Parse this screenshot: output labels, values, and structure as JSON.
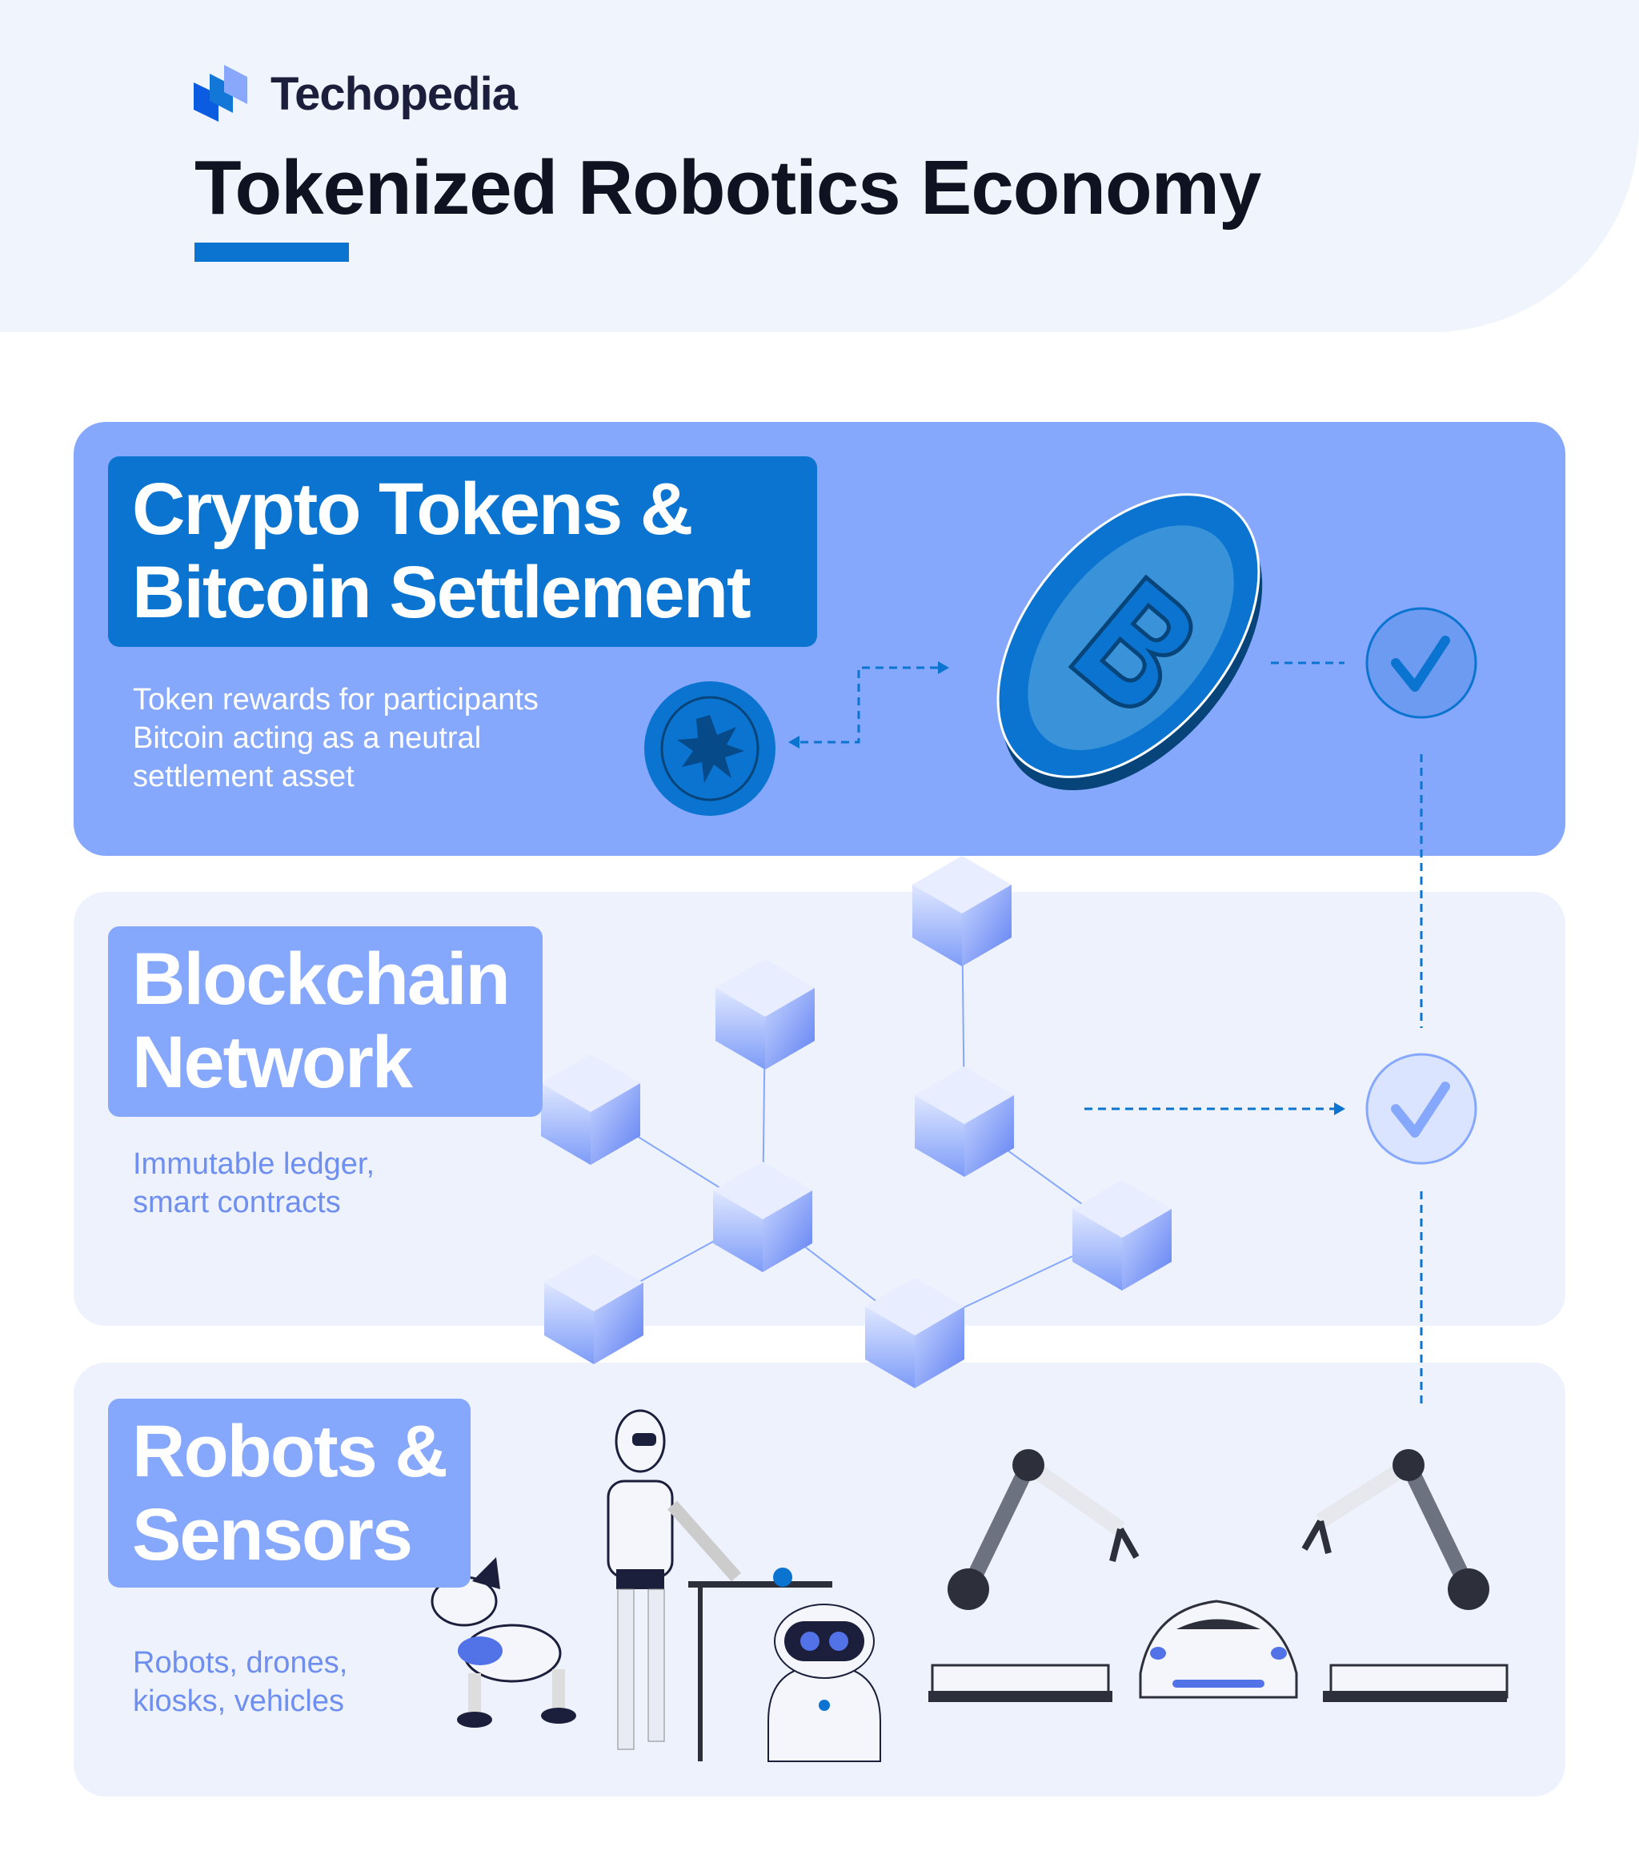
{
  "brand": {
    "name": "Techopedia"
  },
  "title": "Tokenized Robotics Economy",
  "colors": {
    "primary": "#0a74d0",
    "accent_light": "#86a8fc",
    "panel_bg": "#eef2fd",
    "header_bg": "#f0f4fd",
    "text_dark": "#0f1220"
  },
  "layers": [
    {
      "title_line1": "Crypto Tokens &",
      "title_line2": "Bitcoin Settlement",
      "desc": [
        "Token rewards for participants",
        "Bitcoin acting as a neutral",
        "settlement asset"
      ],
      "icons": [
        "token-coin-icon",
        "bitcoin-coin-icon",
        "check-circle-icon"
      ]
    },
    {
      "title_line1": "Blockchain",
      "title_line2": "Network",
      "desc": [
        "Immutable ledger,",
        "smart contracts"
      ],
      "icons": [
        "blockchain-cubes-icon",
        "check-circle-icon"
      ]
    },
    {
      "title_line1": "Robots &",
      "title_line2": "Sensors",
      "desc": [
        "Robots, drones,",
        "kiosks, vehicles"
      ],
      "icons": [
        "robot-dog-icon",
        "humanoid-robot-icon",
        "service-robot-icon",
        "robotic-arm-icon",
        "car-icon"
      ]
    }
  ]
}
